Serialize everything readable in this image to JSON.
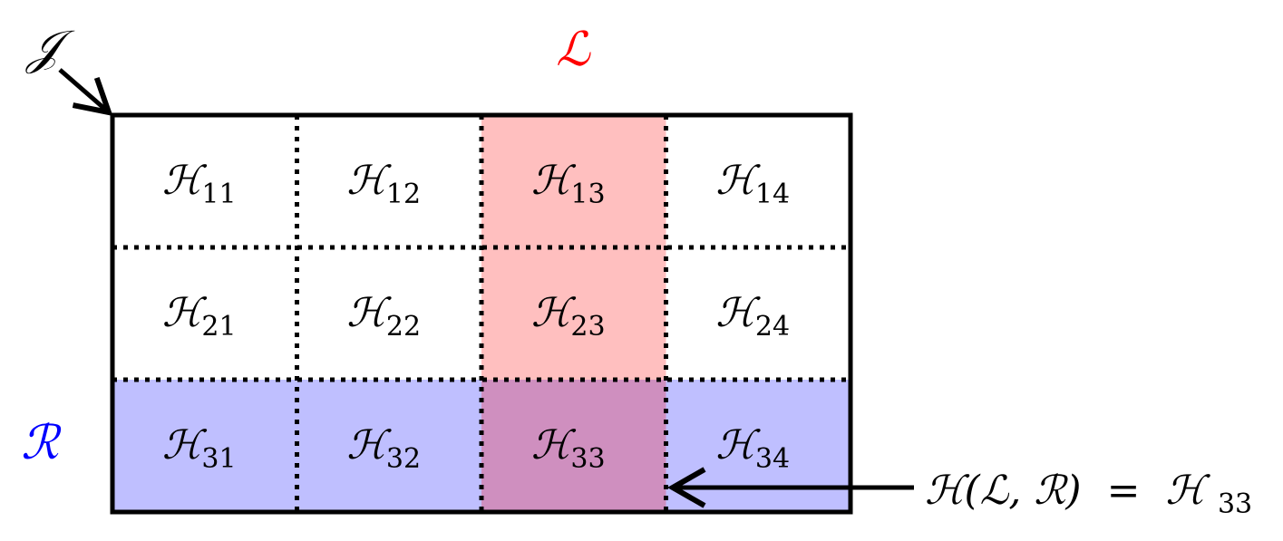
{
  "labels": {
    "J": "𝒥",
    "L": "ℒ",
    "R": "ℛ"
  },
  "colors": {
    "L_label": "#ff0000",
    "R_label": "#0000ff",
    "L_column_fill": "#ffbfbf",
    "R_row_fill": "#bfbfff",
    "overlap_fill": "#cf8fbf",
    "text": "#000000"
  },
  "grid": {
    "rows": 3,
    "cols": 4,
    "highlight_column": 3,
    "highlight_row": 3,
    "cells": [
      [
        {
          "base": "ℋ",
          "sub": "11"
        },
        {
          "base": "ℋ",
          "sub": "12"
        },
        {
          "base": "ℋ",
          "sub": "13"
        },
        {
          "base": "ℋ",
          "sub": "14"
        }
      ],
      [
        {
          "base": "ℋ",
          "sub": "21"
        },
        {
          "base": "ℋ",
          "sub": "22"
        },
        {
          "base": "ℋ",
          "sub": "23"
        },
        {
          "base": "ℋ",
          "sub": "24"
        }
      ],
      [
        {
          "base": "ℋ",
          "sub": "31"
        },
        {
          "base": "ℋ",
          "sub": "32"
        },
        {
          "base": "ℋ",
          "sub": "33"
        },
        {
          "base": "ℋ",
          "sub": "34"
        }
      ]
    ]
  },
  "annotation": {
    "lhs": "ℋ(ℒ, ℛ)",
    "eq": "=",
    "rhs_base": "ℋ",
    "rhs_sub": "33"
  }
}
